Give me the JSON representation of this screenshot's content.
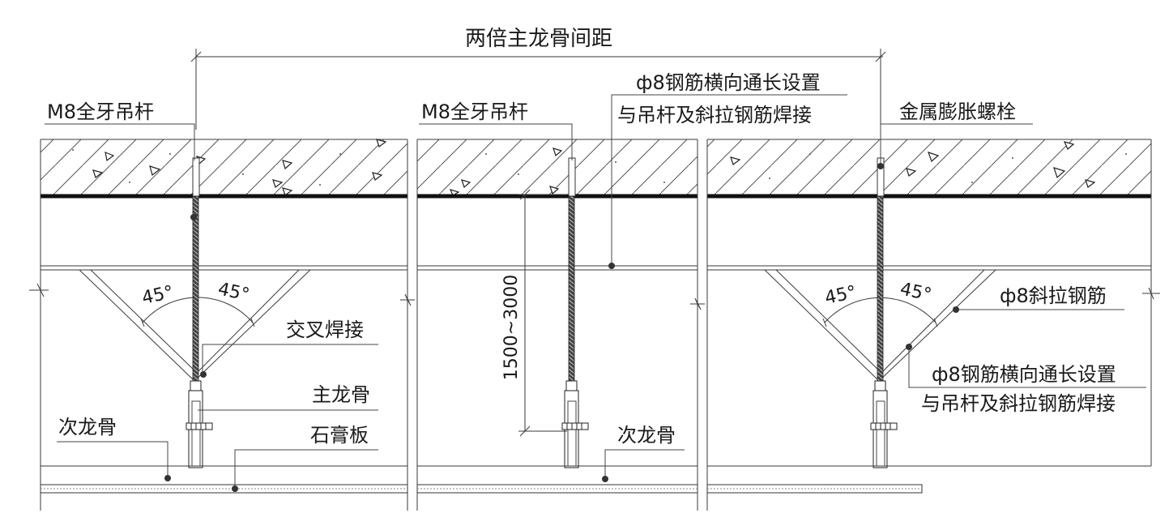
{
  "title": "两倍主龙骨间距",
  "labels": {
    "rod_left": "M8全牙吊杆",
    "rod_mid": "M8全牙吊杆",
    "bolt_right": "金属膨胀螺栓",
    "rebar_top_line1": "ф8钢筋横向通长设置",
    "rebar_top_line2": "与吊杆及斜拉钢筋焊接",
    "angle_left_a": "45°",
    "angle_left_b": "45°",
    "angle_right_a": "45°",
    "angle_right_b": "45°",
    "cross_weld": "交叉焊接",
    "main_keel": "主龙骨",
    "gypsum_board": "石膏板",
    "secondary_keel_left": "次龙骨",
    "secondary_keel_mid": "次龙骨",
    "spacing_dim": "1500~3000",
    "diag_rebar": "ф8斜拉钢筋",
    "rebar_right_line1": "ф8钢筋横向通长设置",
    "rebar_right_line2": "与吊杆及斜拉钢筋焊接"
  }
}
